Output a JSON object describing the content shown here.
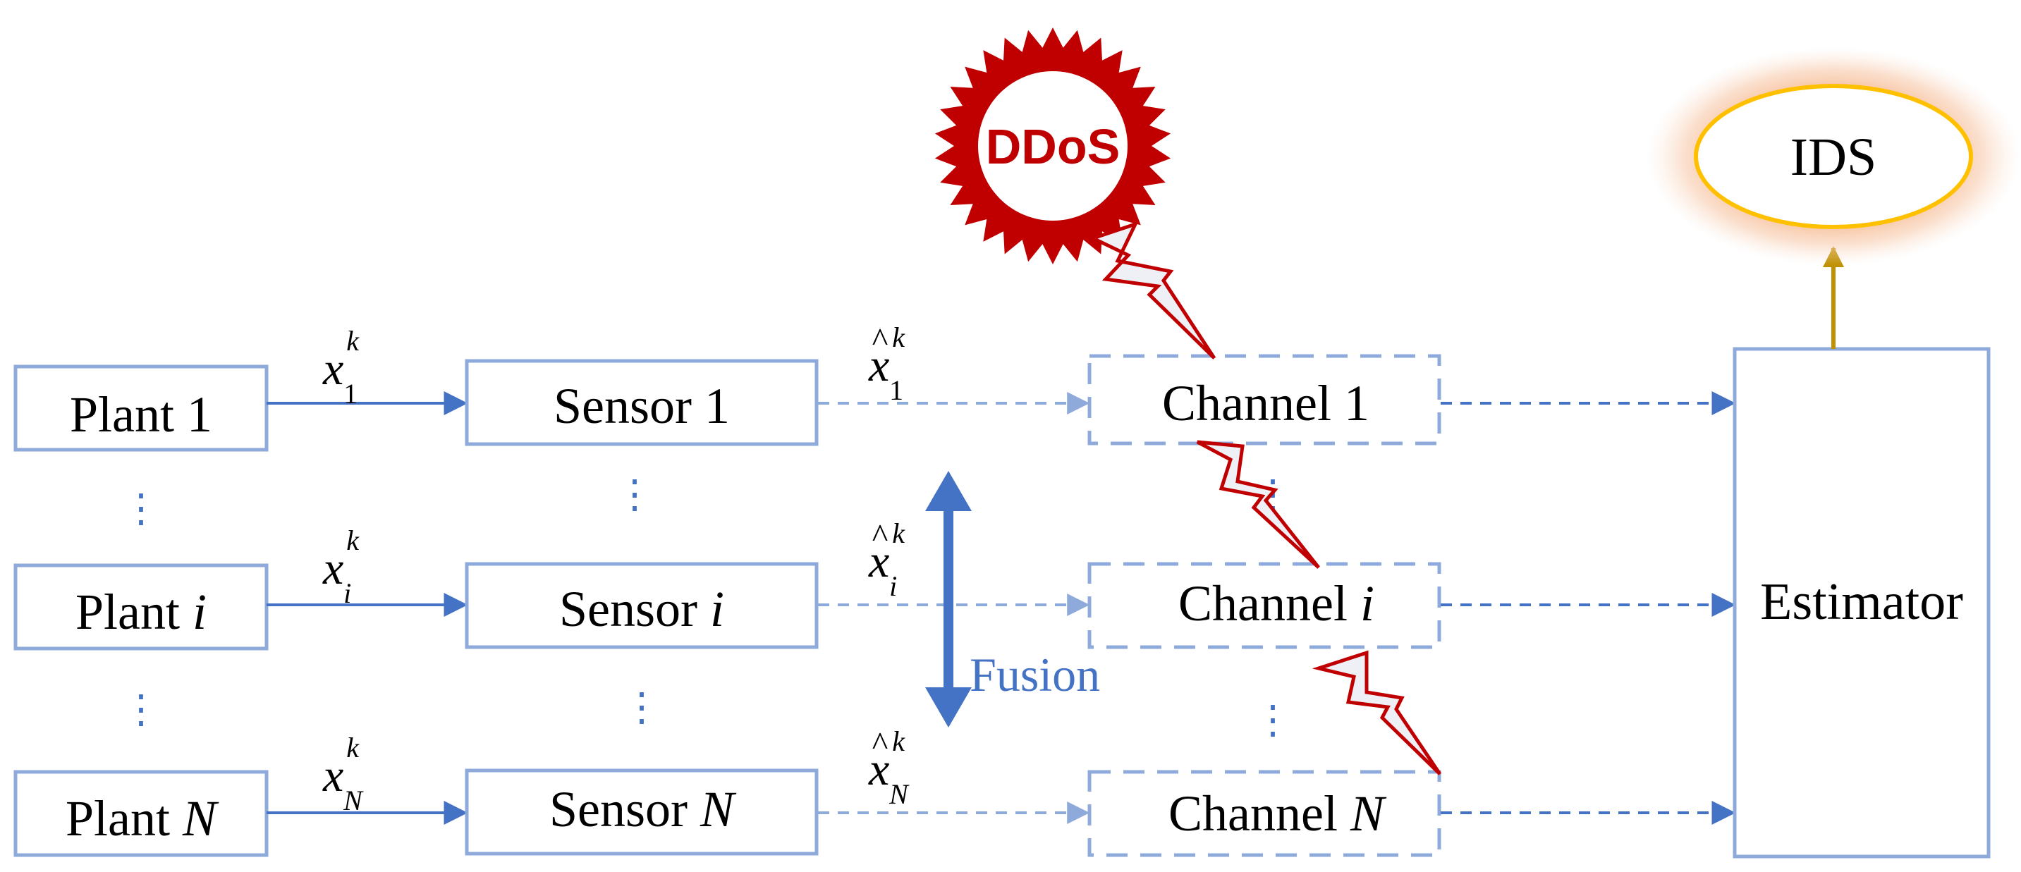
{
  "colors": {
    "box": "#8eaadb",
    "arrow": "#4472c4",
    "ddos": "#c00000",
    "ids_ring": "#ffc000",
    "ids_glow": "#f4b183",
    "ids_arrow": "#bf9000",
    "bolt_fill": "#eef0f6"
  },
  "plants": [
    {
      "prefix": "Plant ",
      "index": "1",
      "italic": false
    },
    {
      "prefix": "Plant ",
      "index": "i",
      "italic": true
    },
    {
      "prefix": "Plant ",
      "index": "N",
      "italic": true
    }
  ],
  "sensors": [
    {
      "prefix": "Sensor ",
      "index": "1",
      "italic": false
    },
    {
      "prefix": "Sensor ",
      "index": "i",
      "italic": true
    },
    {
      "prefix": "Sensor ",
      "index": "N",
      "italic": true
    }
  ],
  "channels": [
    {
      "prefix": "Channel ",
      "index": "1",
      "italic": false
    },
    {
      "prefix": "Channel ",
      "index": "i",
      "italic": true
    },
    {
      "prefix": "Channel ",
      "index": "N",
      "italic": true
    }
  ],
  "states": [
    {
      "base": "x",
      "sup": "k",
      "sub": "1"
    },
    {
      "base": "x",
      "sup": "k",
      "sub": "i"
    },
    {
      "base": "x",
      "sup": "k",
      "sub": "N"
    }
  ],
  "estimates": [
    {
      "base": "x",
      "hat": "^",
      "sup": "k",
      "sub": "1"
    },
    {
      "base": "x",
      "hat": "^",
      "sup": "k",
      "sub": "i"
    },
    {
      "base": "x",
      "hat": "^",
      "sup": "k",
      "sub": "N"
    }
  ],
  "estimator_label": "Estimator",
  "ids_label": "IDS",
  "ddos_label": "DDoS",
  "fusion_label": "Fusion",
  "ellipsis": "⋮"
}
